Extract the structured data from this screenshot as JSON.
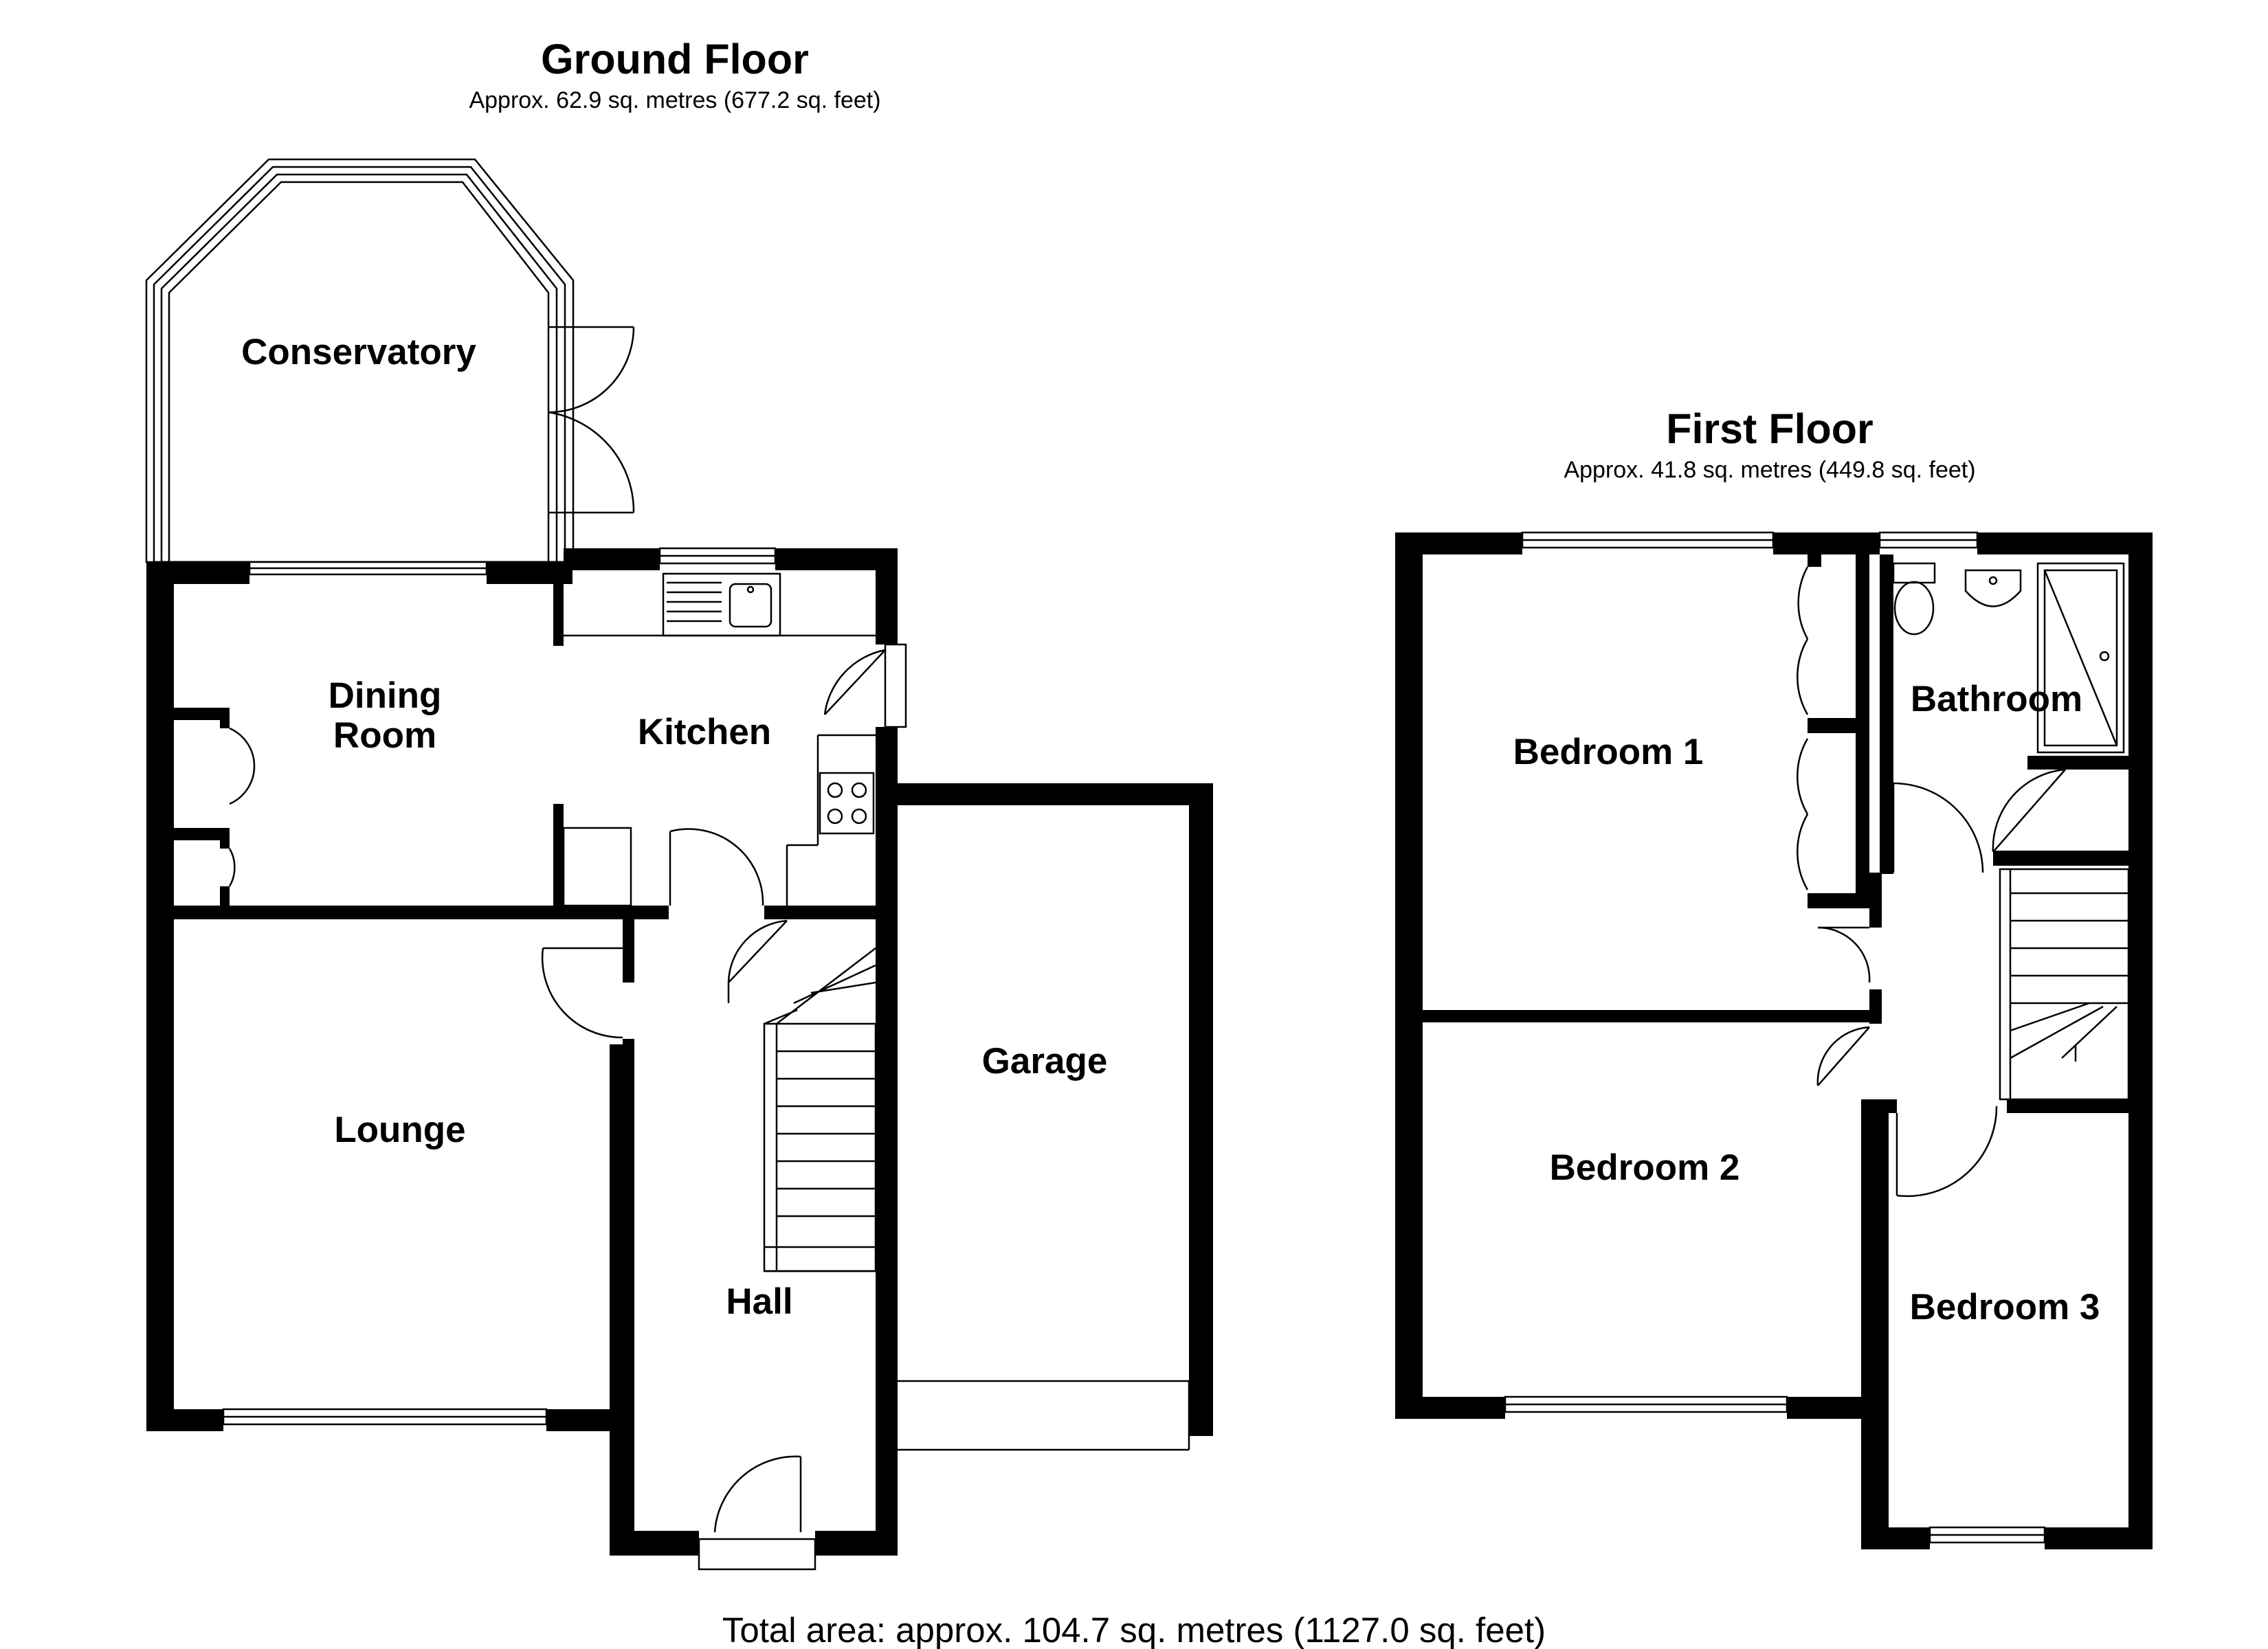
{
  "title": "Floor Plan",
  "floors": {
    "ground": {
      "title": "Ground Floor",
      "subtitle": "Approx. 62.9 sq. metres (677.2 sq. feet)",
      "rooms": {
        "conservatory": "Conservatory",
        "dining_line1": "Dining",
        "dining_line2": "Room",
        "kitchen": "Kitchen",
        "lounge": "Lounge",
        "hall": "Hall",
        "garage": "Garage"
      }
    },
    "first": {
      "title": "First Floor",
      "subtitle": "Approx. 41.8 sq. metres (449.8 sq. feet)",
      "rooms": {
        "bedroom1": "Bedroom 1",
        "bedroom2": "Bedroom 2",
        "bedroom3": "Bedroom 3",
        "bathroom": "Bathroom"
      }
    }
  },
  "total_area": "Total area: approx. 104.7 sq. metres (1127.0 sq. feet)"
}
